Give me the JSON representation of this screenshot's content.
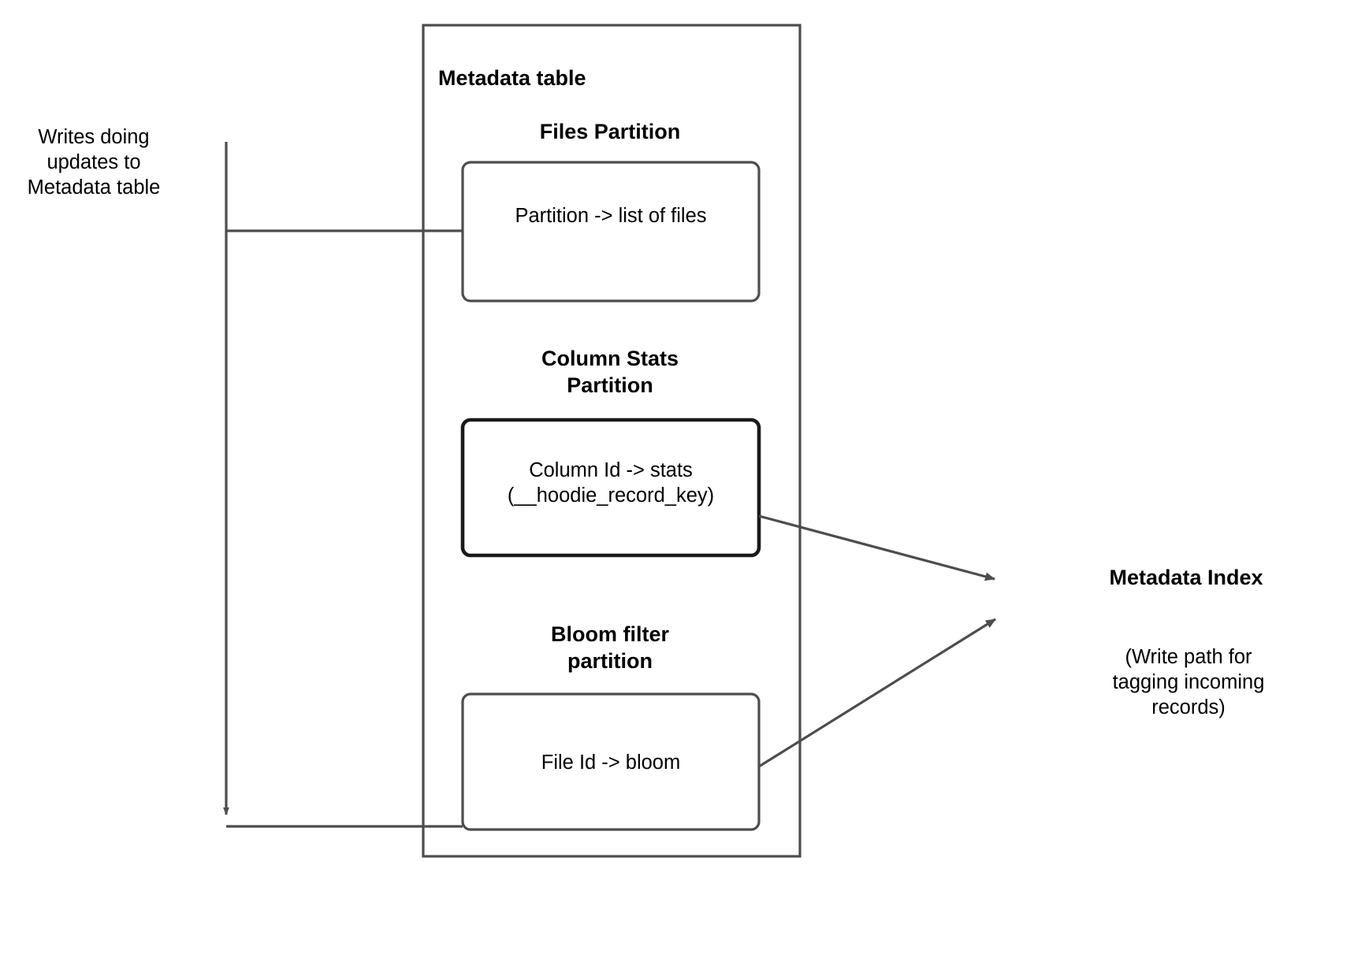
{
  "diagram": {
    "type": "flow-diagram",
    "background_color": "#ffffff",
    "line_color": "#4d4d4d",
    "text_color": "#000000",
    "annotations": {
      "writes_label": "Writes doing\nupdates to\nMetadata table"
    },
    "metadata_table": {
      "title": "Metadata table",
      "partitions": [
        {
          "heading": "Files Partition",
          "box_text": "Partition -> list of files",
          "emphasis": false
        },
        {
          "heading": "Column Stats\nPartition",
          "box_text": "Column Id  -> stats\n(__hoodie_record_key)",
          "emphasis": true
        },
        {
          "heading": "Bloom filter\npartition",
          "box_text": "File Id -> bloom",
          "emphasis": false
        }
      ]
    },
    "metadata_index": {
      "title": "Metadata Index",
      "note": "(Write path for\ntagging incoming\nrecords)"
    }
  }
}
